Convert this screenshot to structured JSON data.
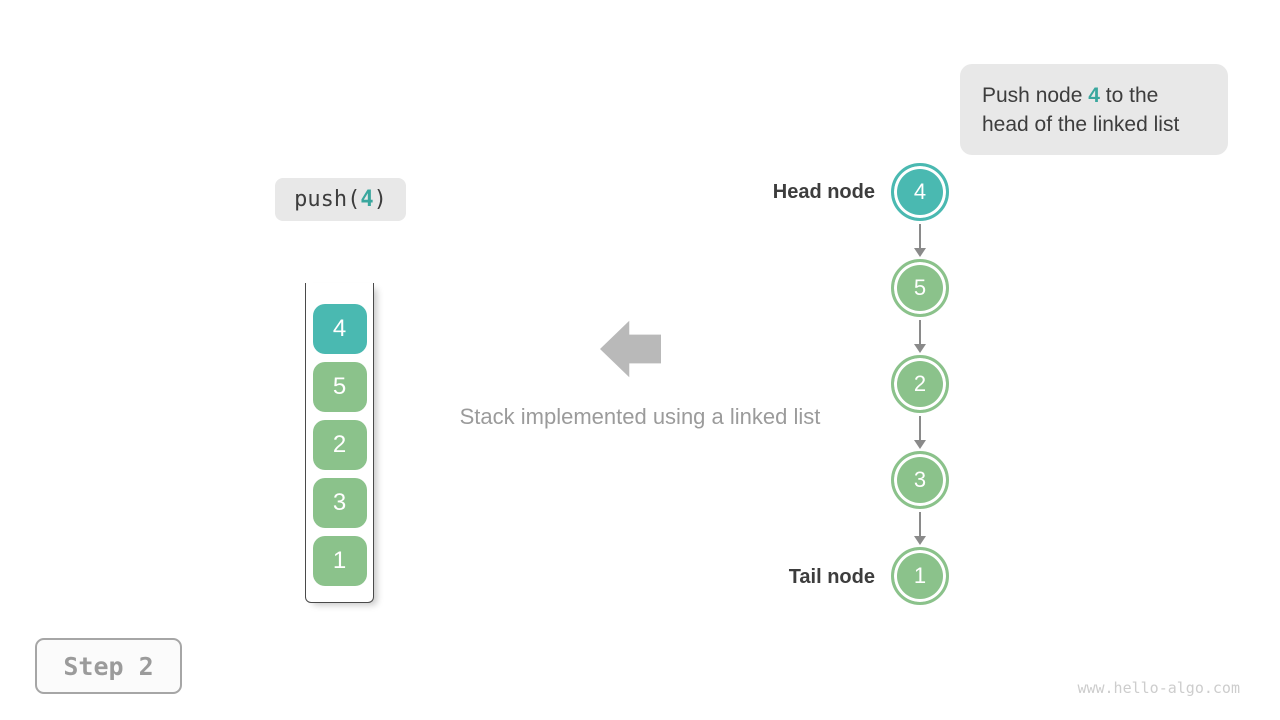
{
  "colors": {
    "teal": "#4ab9b1",
    "green": "#8bc28b",
    "accent": "#3aa79e",
    "box_bg": "#e8e8e8",
    "dark_text": "#3d3d3d",
    "gray_text": "#9b9b9b",
    "node_arrow": "#8a8a8a",
    "block_arrow": "#b9b9b9",
    "watermark": "#cdcdcd"
  },
  "callout": {
    "prefix": "Push node ",
    "value": "4",
    "suffix": " to the head of the linked list"
  },
  "operation": {
    "name": "push(",
    "arg": "4",
    "close": ")"
  },
  "stack": {
    "items": [
      {
        "value": "4",
        "color": "teal"
      },
      {
        "value": "5",
        "color": "green"
      },
      {
        "value": "2",
        "color": "green"
      },
      {
        "value": "3",
        "color": "green"
      },
      {
        "value": "1",
        "color": "green"
      }
    ]
  },
  "linked_list": {
    "head_label": "Head node",
    "tail_label": "Tail node",
    "nodes": [
      {
        "value": "4",
        "color": "teal"
      },
      {
        "value": "5",
        "color": "green"
      },
      {
        "value": "2",
        "color": "green"
      },
      {
        "value": "3",
        "color": "green"
      },
      {
        "value": "1",
        "color": "green"
      }
    ]
  },
  "caption": "Stack implemented using a linked list",
  "step": {
    "label": "Step 2"
  },
  "watermark": "www.hello-algo.com"
}
